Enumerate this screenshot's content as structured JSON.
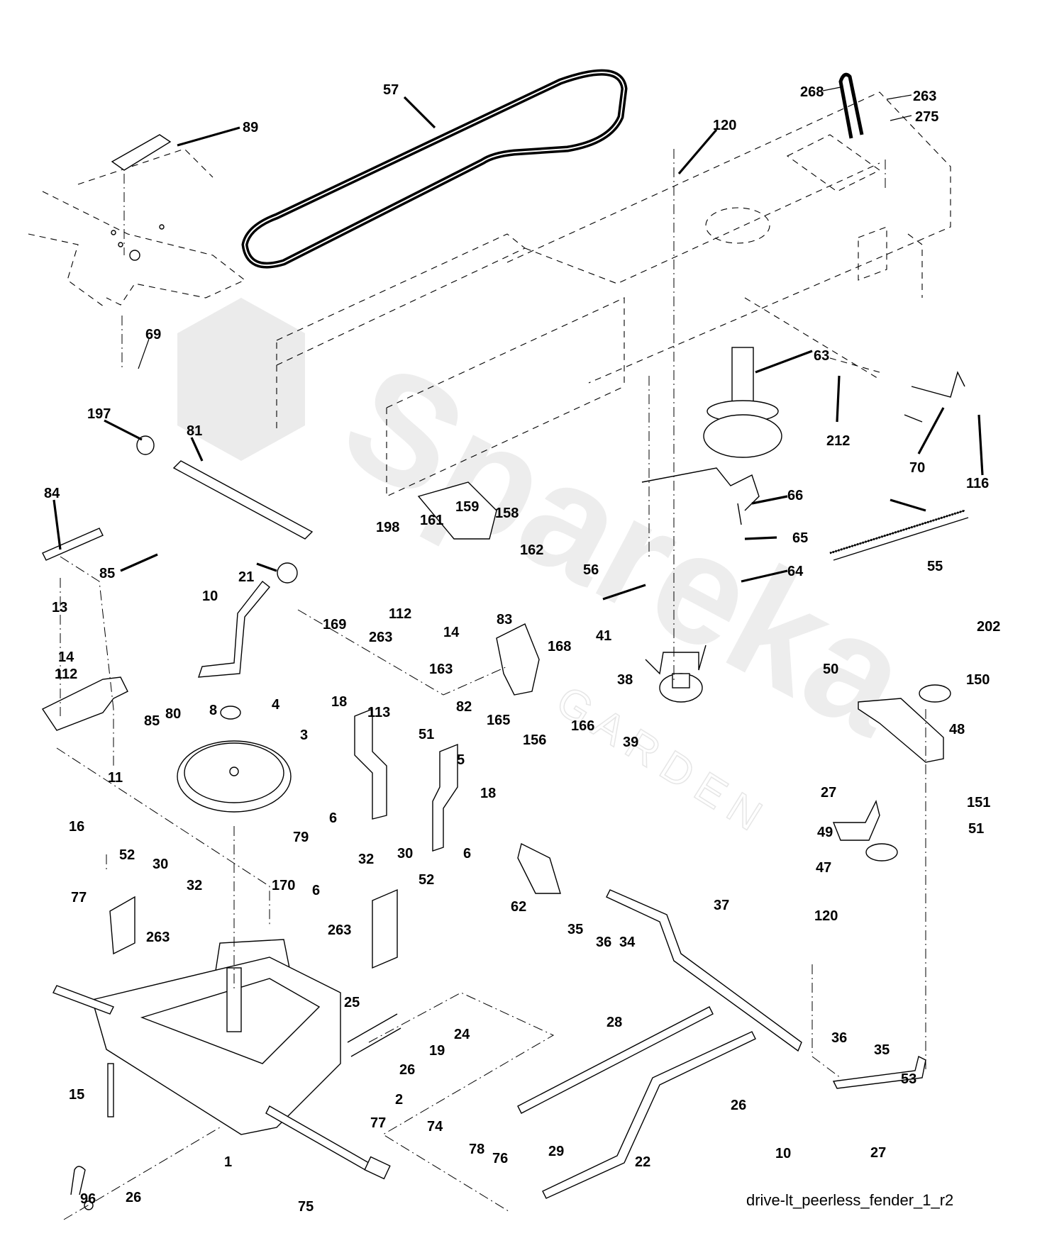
{
  "diagram": {
    "caption": "drive-lt_peerless_fender_1_r2",
    "watermark": {
      "brand": "Spareka",
      "sub": "GARDEN"
    },
    "callouts": {
      "c57": "57",
      "c89": "89",
      "c120a": "120",
      "c268": "268",
      "c263a": "263",
      "c275": "275",
      "c69": "69",
      "c63": "63",
      "c212": "212",
      "c70": "70",
      "c116": "116",
      "c197": "197",
      "c81": "81",
      "c84": "84",
      "c85a": "85",
      "c198": "198",
      "c161": "161",
      "c159": "159",
      "c158": "158",
      "c162": "162",
      "c66": "66",
      "c65": "65",
      "c56": "56",
      "c64": "64",
      "c55": "55",
      "c21": "21",
      "c10a": "10",
      "c169": "169",
      "c263b": "263",
      "c112a": "112",
      "c14a": "14",
      "c83": "83",
      "c163": "163",
      "c168": "168",
      "c41": "41",
      "c13": "13",
      "c14b": "14",
      "c112b": "112",
      "c80": "80",
      "c85b": "85",
      "c11": "11",
      "c8": "8",
      "c4": "4",
      "c3": "3",
      "c82": "82",
      "c165": "165",
      "c156": "156",
      "c166": "166",
      "c38": "38",
      "c39": "39",
      "c202": "202",
      "c50": "50",
      "c150": "150",
      "c48": "48",
      "c27a": "27",
      "c151": "151",
      "c51a": "51",
      "c49": "49",
      "c47": "47",
      "c120b": "120",
      "c18a": "18",
      "c113": "113",
      "c51b": "51",
      "c5": "5",
      "c18b": "18",
      "c6a": "6",
      "c6b": "6",
      "c16": "16",
      "c52a": "52",
      "c30a": "30",
      "c32a": "32",
      "c79": "79",
      "c170": "170",
      "c32b": "32",
      "c30b": "30",
      "c52b": "52",
      "c6c": "6",
      "c77a": "77",
      "c263c": "263",
      "c263d": "263",
      "c62": "62",
      "c35a": "35",
      "c36a": "36",
      "c34": "34",
      "c37": "37",
      "c25": "25",
      "c19": "19",
      "c24": "24",
      "c26a": "26",
      "c2": "2",
      "c15": "15",
      "c77b": "77",
      "c28": "28",
      "c36b": "36",
      "c35b": "35",
      "c53": "53",
      "c26b": "26",
      "c10b": "10",
      "c27b": "27",
      "c96": "96",
      "c26c": "26",
      "c1": "1",
      "c74": "74",
      "c78": "78",
      "c76": "76",
      "c75": "75",
      "c29": "29",
      "c22": "22"
    }
  }
}
